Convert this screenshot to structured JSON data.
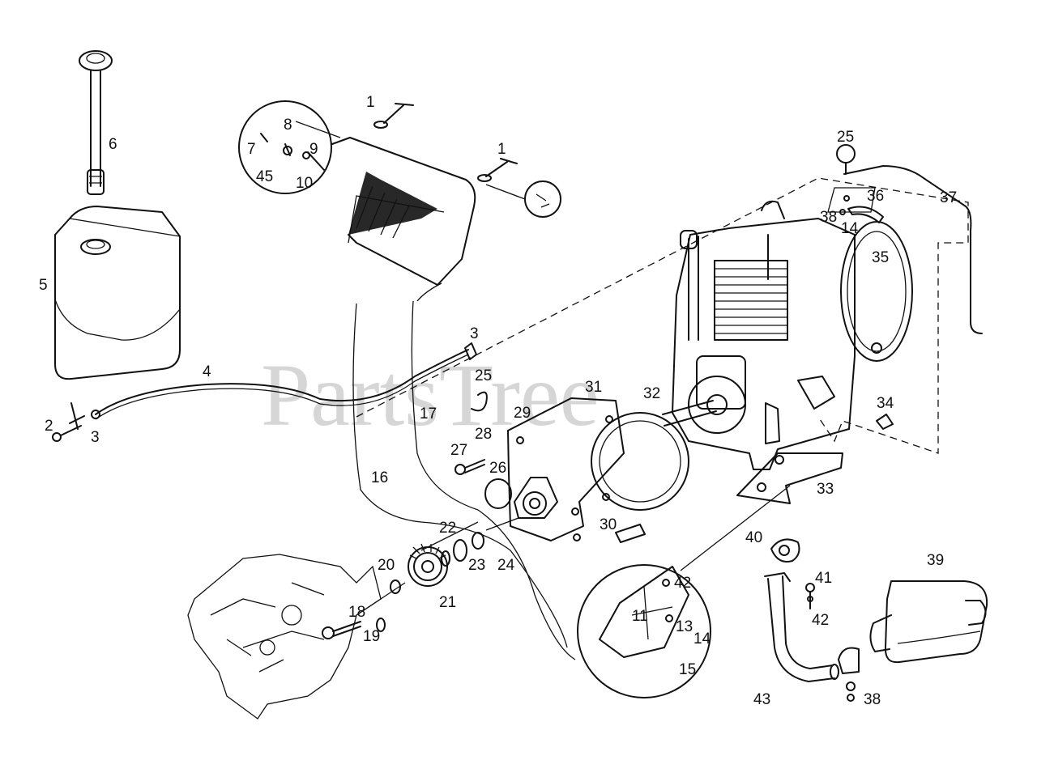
{
  "watermark": "PartsTree",
  "callouts": [
    {
      "id": "c1a",
      "text": "1"
    },
    {
      "id": "c1b",
      "text": "1"
    },
    {
      "id": "c2",
      "text": "2"
    },
    {
      "id": "c3a",
      "text": "3"
    },
    {
      "id": "c3b",
      "text": "3"
    },
    {
      "id": "c4",
      "text": "4"
    },
    {
      "id": "c5",
      "text": "5"
    },
    {
      "id": "c6",
      "text": "6"
    },
    {
      "id": "c7",
      "text": "7"
    },
    {
      "id": "c8",
      "text": "8"
    },
    {
      "id": "c9",
      "text": "9"
    },
    {
      "id": "c10",
      "text": "10"
    },
    {
      "id": "c11",
      "text": "11"
    },
    {
      "id": "c13",
      "text": "13"
    },
    {
      "id": "c14a",
      "text": "14"
    },
    {
      "id": "c14b",
      "text": "14"
    },
    {
      "id": "c15",
      "text": "15"
    },
    {
      "id": "c16",
      "text": "16"
    },
    {
      "id": "c17",
      "text": "17"
    },
    {
      "id": "c18",
      "text": "18"
    },
    {
      "id": "c19",
      "text": "19"
    },
    {
      "id": "c20",
      "text": "20"
    },
    {
      "id": "c21",
      "text": "21"
    },
    {
      "id": "c22",
      "text": "22"
    },
    {
      "id": "c23",
      "text": "23"
    },
    {
      "id": "c24",
      "text": "24"
    },
    {
      "id": "c25a",
      "text": "25"
    },
    {
      "id": "c25b",
      "text": "25"
    },
    {
      "id": "c26",
      "text": "26"
    },
    {
      "id": "c27",
      "text": "27"
    },
    {
      "id": "c28",
      "text": "28"
    },
    {
      "id": "c29",
      "text": "29"
    },
    {
      "id": "c30",
      "text": "30"
    },
    {
      "id": "c31",
      "text": "31"
    },
    {
      "id": "c32",
      "text": "32"
    },
    {
      "id": "c33",
      "text": "33"
    },
    {
      "id": "c34",
      "text": "34"
    },
    {
      "id": "c35",
      "text": "35"
    },
    {
      "id": "c36",
      "text": "36"
    },
    {
      "id": "c37",
      "text": "37"
    },
    {
      "id": "c38a",
      "text": "38"
    },
    {
      "id": "c38b",
      "text": "38"
    },
    {
      "id": "c39",
      "text": "39"
    },
    {
      "id": "c40",
      "text": "40"
    },
    {
      "id": "c41",
      "text": "41"
    },
    {
      "id": "c42a",
      "text": "42"
    },
    {
      "id": "c42b",
      "text": "42"
    },
    {
      "id": "c43",
      "text": "43"
    },
    {
      "id": "c45",
      "text": "45"
    }
  ]
}
